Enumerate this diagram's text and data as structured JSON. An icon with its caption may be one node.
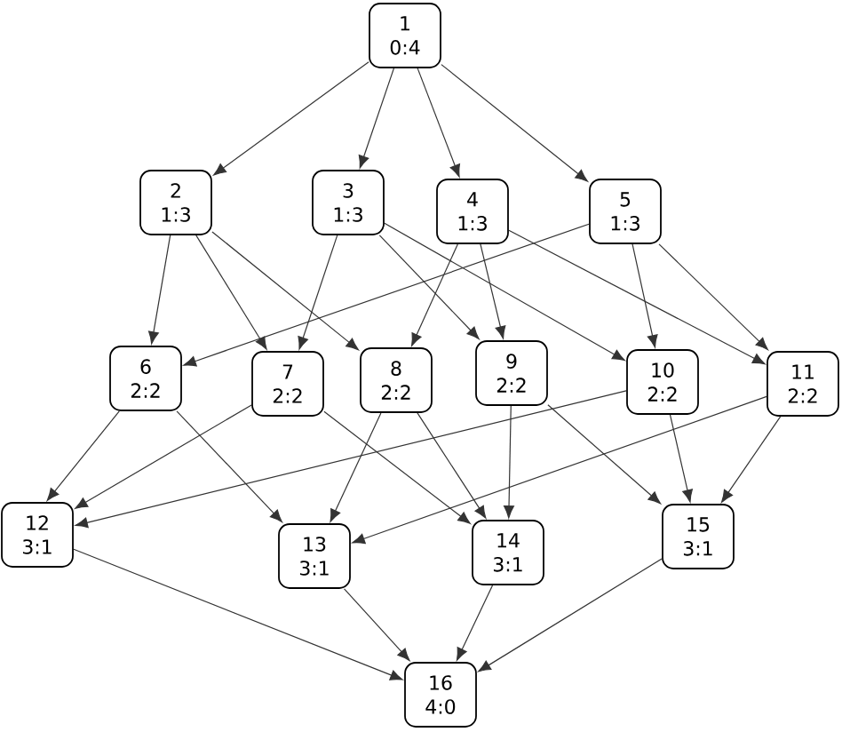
{
  "diagram": {
    "nodes": [
      {
        "text": [
          "1",
          "0:4"
        ]
      },
      {
        "text": [
          "2",
          "1:3"
        ]
      },
      {
        "text": [
          "3",
          "1:3"
        ]
      },
      {
        "text": [
          "4",
          "1:3"
        ]
      },
      {
        "text": [
          "5",
          "1:3"
        ]
      },
      {
        "text": [
          "6",
          "2:2"
        ]
      },
      {
        "text": [
          "7",
          "2:2"
        ]
      },
      {
        "text": [
          "8",
          "2:2"
        ]
      },
      {
        "text": [
          "9",
          "2:2"
        ]
      },
      {
        "text": [
          "10",
          "2:2"
        ]
      },
      {
        "text": [
          "11",
          "2:2"
        ]
      },
      {
        "text": [
          "12",
          "3:1"
        ]
      },
      {
        "text": [
          "13",
          "3:1"
        ]
      },
      {
        "text": [
          "14",
          "3:1"
        ]
      },
      {
        "text": [
          "15",
          "3:1"
        ]
      },
      {
        "text": [
          "16",
          "4:0"
        ]
      }
    ],
    "edges": [
      {
        "from": 0,
        "to": 1,
        "arrow": "to"
      },
      {
        "from": 0,
        "to": 2,
        "arrow": "to"
      },
      {
        "from": 0,
        "to": 3,
        "arrow": "to"
      },
      {
        "from": 0,
        "to": 4,
        "arrow": "to"
      },
      {
        "from": 1,
        "to": 5,
        "arrow": "to"
      },
      {
        "from": 1,
        "to": 6,
        "arrow": "to"
      },
      {
        "from": 1,
        "to": 7,
        "arrow": "to"
      },
      {
        "from": 2,
        "to": 6,
        "arrow": "to"
      },
      {
        "from": 2,
        "to": 8,
        "arrow": "to"
      },
      {
        "from": 2,
        "to": 9,
        "arrow": "to"
      },
      {
        "from": 3,
        "to": 7,
        "arrow": "to"
      },
      {
        "from": 3,
        "to": 8,
        "arrow": "to"
      },
      {
        "from": 3,
        "to": 10,
        "arrow": "to"
      },
      {
        "from": 4,
        "to": 5,
        "arrow": "to"
      },
      {
        "from": 4,
        "to": 9,
        "arrow": "to"
      },
      {
        "from": 4,
        "to": 10,
        "arrow": "to"
      },
      {
        "from": 5,
        "to": 11,
        "arrow": "to"
      },
      {
        "from": 5,
        "to": 12,
        "arrow": "to"
      },
      {
        "from": 6,
        "to": 11,
        "arrow": "to"
      },
      {
        "from": 6,
        "to": 13,
        "arrow": "to"
      },
      {
        "from": 7,
        "to": 12,
        "arrow": "to"
      },
      {
        "from": 7,
        "to": 13,
        "arrow": "to"
      },
      {
        "from": 8,
        "to": 13,
        "arrow": "to"
      },
      {
        "from": 8,
        "to": 14,
        "arrow": "to"
      },
      {
        "from": 9,
        "to": 11,
        "arrow": "to"
      },
      {
        "from": 9,
        "to": 14,
        "arrow": "to"
      },
      {
        "from": 10,
        "to": 12,
        "arrow": "to"
      },
      {
        "from": 10,
        "to": 14,
        "arrow": "to"
      },
      {
        "from": 11,
        "to": 15,
        "arrow": "to"
      },
      {
        "from": 12,
        "to": 15,
        "arrow": "to"
      },
      {
        "from": 13,
        "to": 15,
        "arrow": "to"
      },
      {
        "from": 14,
        "to": 15,
        "arrow": "to"
      }
    ]
  }
}
